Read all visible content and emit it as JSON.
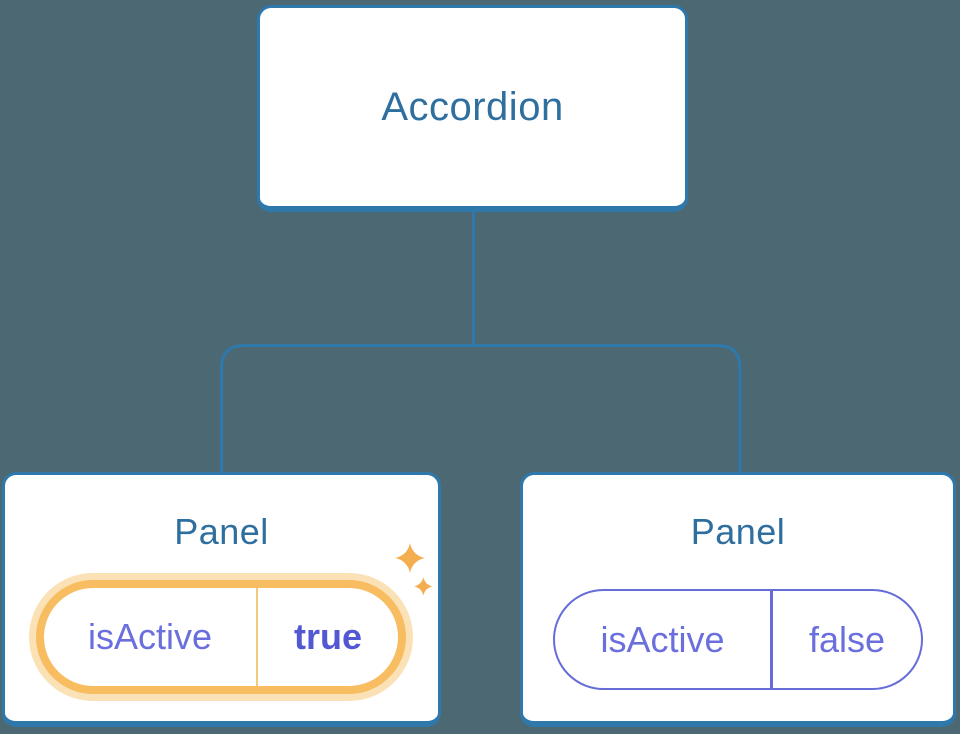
{
  "colors": {
    "bg": "#4C6973",
    "line": "#2E78AB",
    "node-bg": "#FFFFFF",
    "title": "#2F6F9F",
    "purple": "#6B6FDD",
    "purple-bold": "#5258D3",
    "pill-border": "#666CD8",
    "orange-ring": "#F8BC61",
    "orange-halo": "#FBE1B6",
    "orange-divider": "#F6C87F",
    "sparkle": "#F4AE4F"
  },
  "tree": {
    "root": {
      "label": "Accordion"
    },
    "children": [
      {
        "label": "Panel",
        "highlighted": true,
        "state": {
          "key": "isActive",
          "value": "true"
        }
      },
      {
        "label": "Panel",
        "highlighted": false,
        "state": {
          "key": "isActive",
          "value": "false"
        }
      }
    ]
  }
}
